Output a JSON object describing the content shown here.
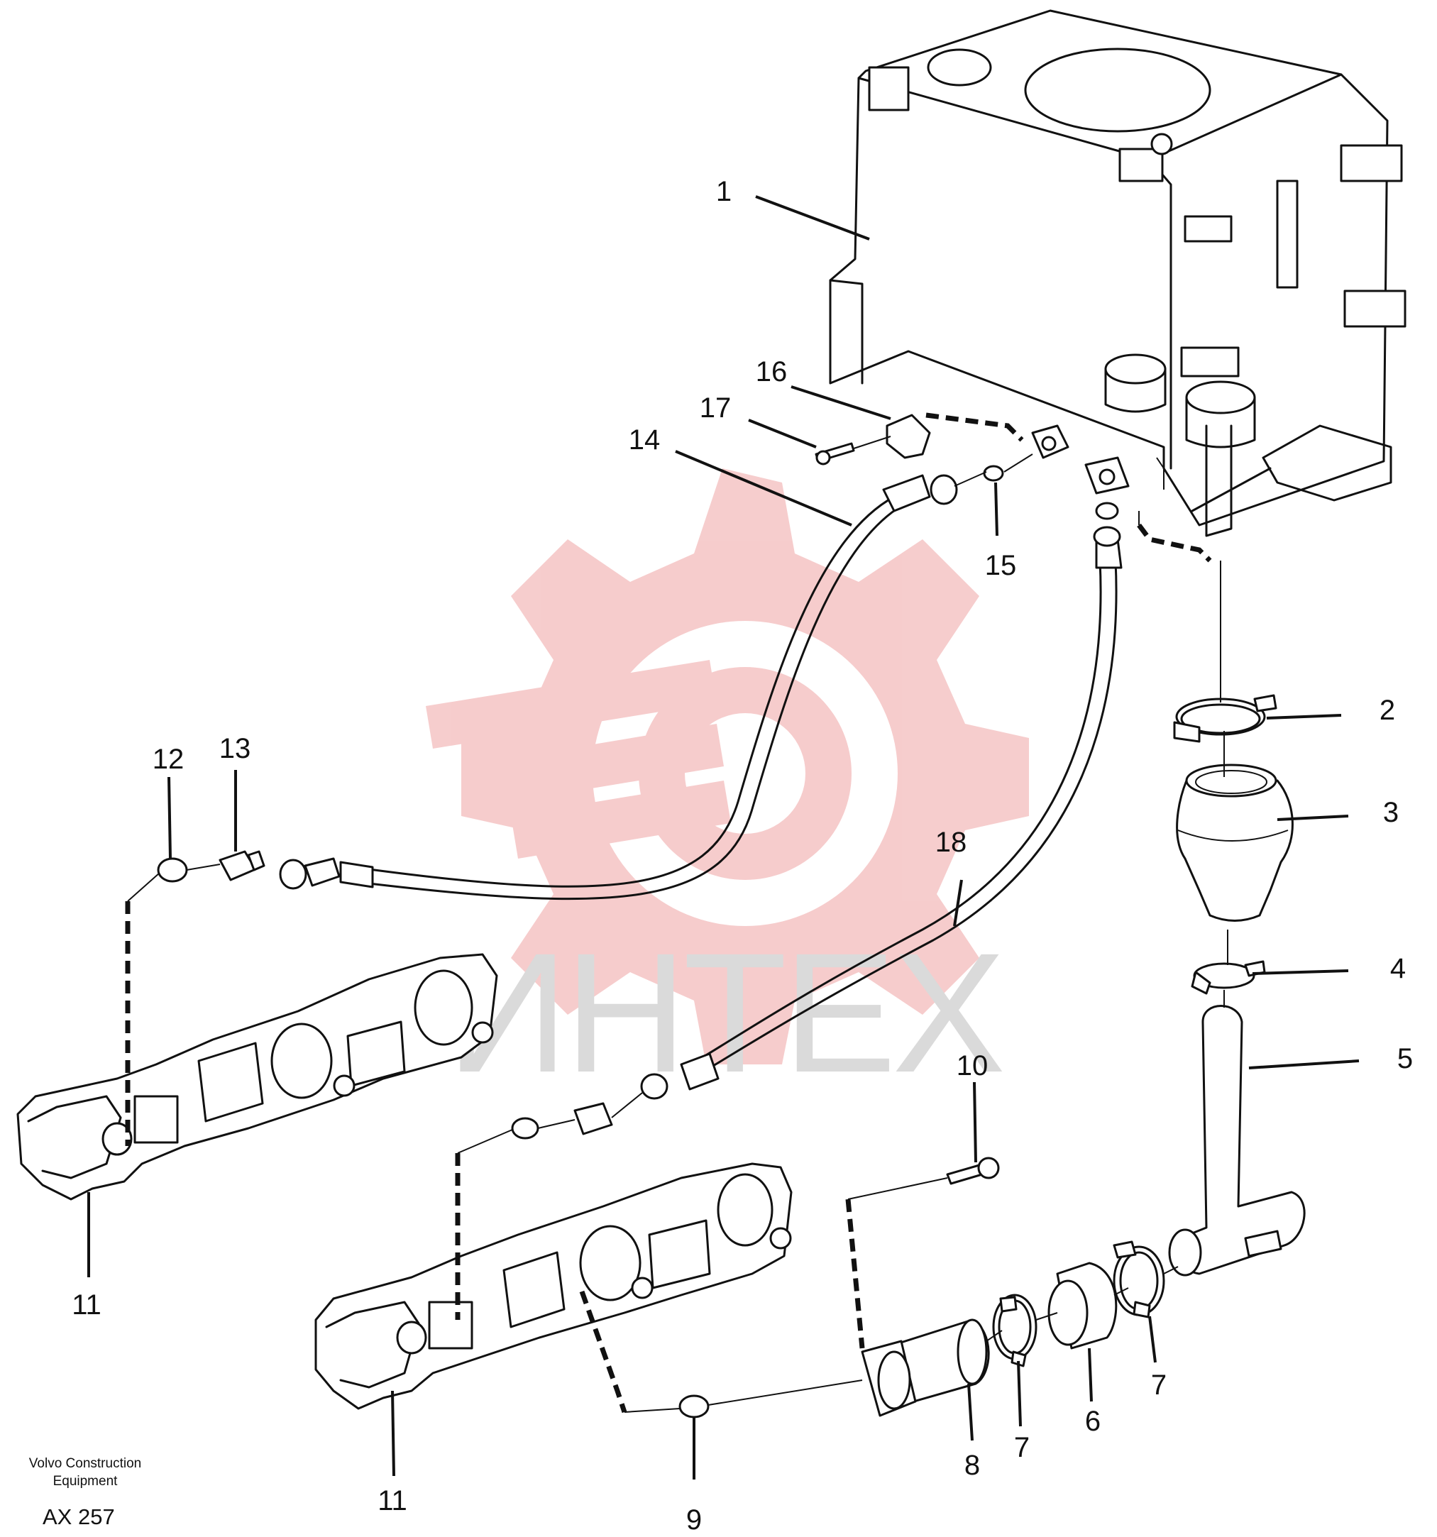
{
  "watermark": {
    "text": "ИНТЕХ",
    "gear_color": "#f2b8b8",
    "text_color": "#d0d0d0"
  },
  "callouts": [
    {
      "id": "1",
      "label": "1"
    },
    {
      "id": "2",
      "label": "2"
    },
    {
      "id": "3",
      "label": "3"
    },
    {
      "id": "4",
      "label": "4"
    },
    {
      "id": "5",
      "label": "5"
    },
    {
      "id": "6",
      "label": "6"
    },
    {
      "id": "7a",
      "label": "7"
    },
    {
      "id": "7b",
      "label": "7"
    },
    {
      "id": "8",
      "label": "8"
    },
    {
      "id": "9",
      "label": "9"
    },
    {
      "id": "10",
      "label": "10"
    },
    {
      "id": "11a",
      "label": "11"
    },
    {
      "id": "11b",
      "label": "11"
    },
    {
      "id": "12",
      "label": "12"
    },
    {
      "id": "13",
      "label": "13"
    },
    {
      "id": "14",
      "label": "14"
    },
    {
      "id": "15",
      "label": "15"
    },
    {
      "id": "16",
      "label": "16"
    },
    {
      "id": "17",
      "label": "17"
    },
    {
      "id": "18",
      "label": "18"
    }
  ],
  "footer": {
    "brand_line1": "Volvo Construction",
    "brand_line2": "Equipment",
    "code": "AX 257"
  }
}
